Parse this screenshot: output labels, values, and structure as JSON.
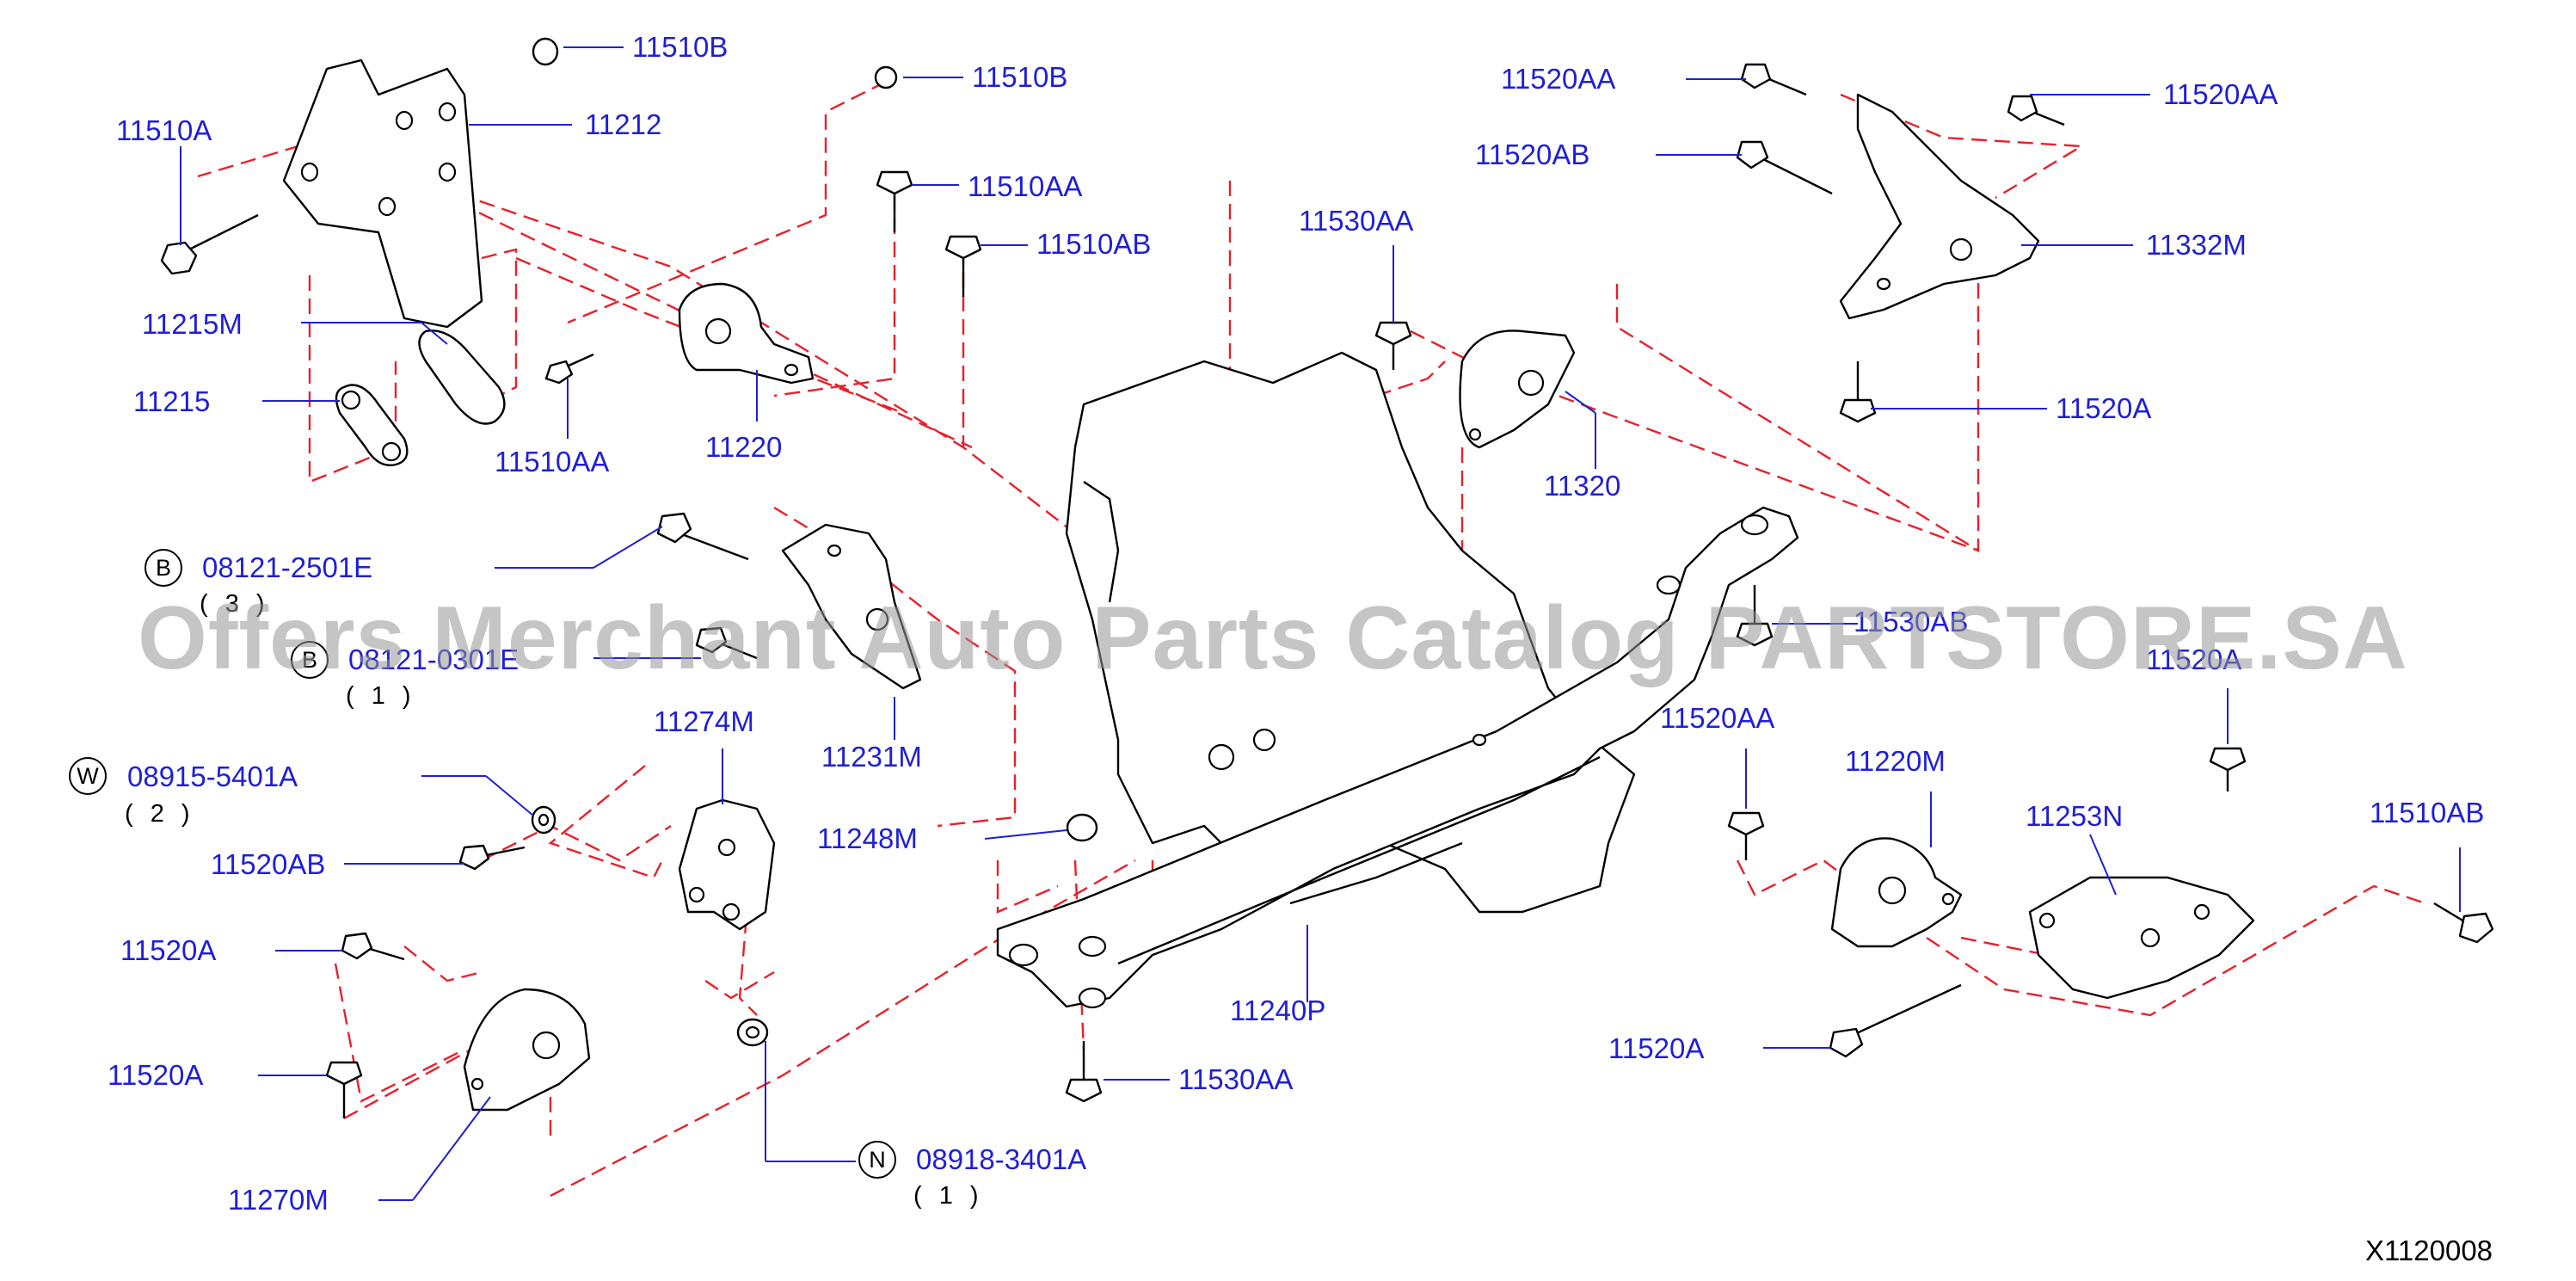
{
  "diagram": {
    "drawing_id": "X1120008",
    "watermark": "Offers Merchant Auto Parts Catalog PARTSTORE.SA",
    "part_labels": [
      {
        "id": "p1",
        "text": "11510B"
      },
      {
        "id": "p2",
        "text": "11510B"
      },
      {
        "id": "p3",
        "text": "11510A"
      },
      {
        "id": "p4",
        "text": "11212"
      },
      {
        "id": "p5",
        "text": "11510AA"
      },
      {
        "id": "p6",
        "text": "11510AB"
      },
      {
        "id": "p7",
        "text": "11215M"
      },
      {
        "id": "p8",
        "text": "11215"
      },
      {
        "id": "p9",
        "text": "11510AA"
      },
      {
        "id": "p10",
        "text": "11220"
      },
      {
        "id": "p11",
        "text": "11520AA"
      },
      {
        "id": "p12",
        "text": "11520AA"
      },
      {
        "id": "p13",
        "text": "11520AB"
      },
      {
        "id": "p14",
        "text": "11332M"
      },
      {
        "id": "p15",
        "text": "11530AA"
      },
      {
        "id": "p16",
        "text": "11520A"
      },
      {
        "id": "p17",
        "text": "11320"
      },
      {
        "id": "p18",
        "text": "11530AB"
      },
      {
        "id": "p19",
        "text": "11520A"
      },
      {
        "id": "p20",
        "text": "11520AA"
      },
      {
        "id": "p21",
        "text": "11220M"
      },
      {
        "id": "p22",
        "text": "11253N"
      },
      {
        "id": "p23",
        "text": "11510AB"
      },
      {
        "id": "p24",
        "text": "11274M"
      },
      {
        "id": "p25",
        "text": "11231M"
      },
      {
        "id": "p26",
        "text": "11248M"
      },
      {
        "id": "p27",
        "text": "11520AB"
      },
      {
        "id": "p28",
        "text": "11520A"
      },
      {
        "id": "p29",
        "text": "11520A"
      },
      {
        "id": "p30",
        "text": "11270M"
      },
      {
        "id": "p31",
        "text": "11240P"
      },
      {
        "id": "p32",
        "text": "11530AA"
      },
      {
        "id": "p33",
        "text": "11520A"
      }
    ],
    "ref_labels": [
      {
        "id": "r1",
        "badge": "B",
        "code": "08121-2501E",
        "qty": "( 3 )"
      },
      {
        "id": "r2",
        "badge": "B",
        "code": "08121-0301E",
        "qty": "( 1 )"
      },
      {
        "id": "r3",
        "badge": "W",
        "code": "08915-5401A",
        "qty": "( 2 )"
      },
      {
        "id": "r4",
        "badge": "N",
        "code": "08918-3401A",
        "qty": "( 1 )"
      }
    ]
  }
}
